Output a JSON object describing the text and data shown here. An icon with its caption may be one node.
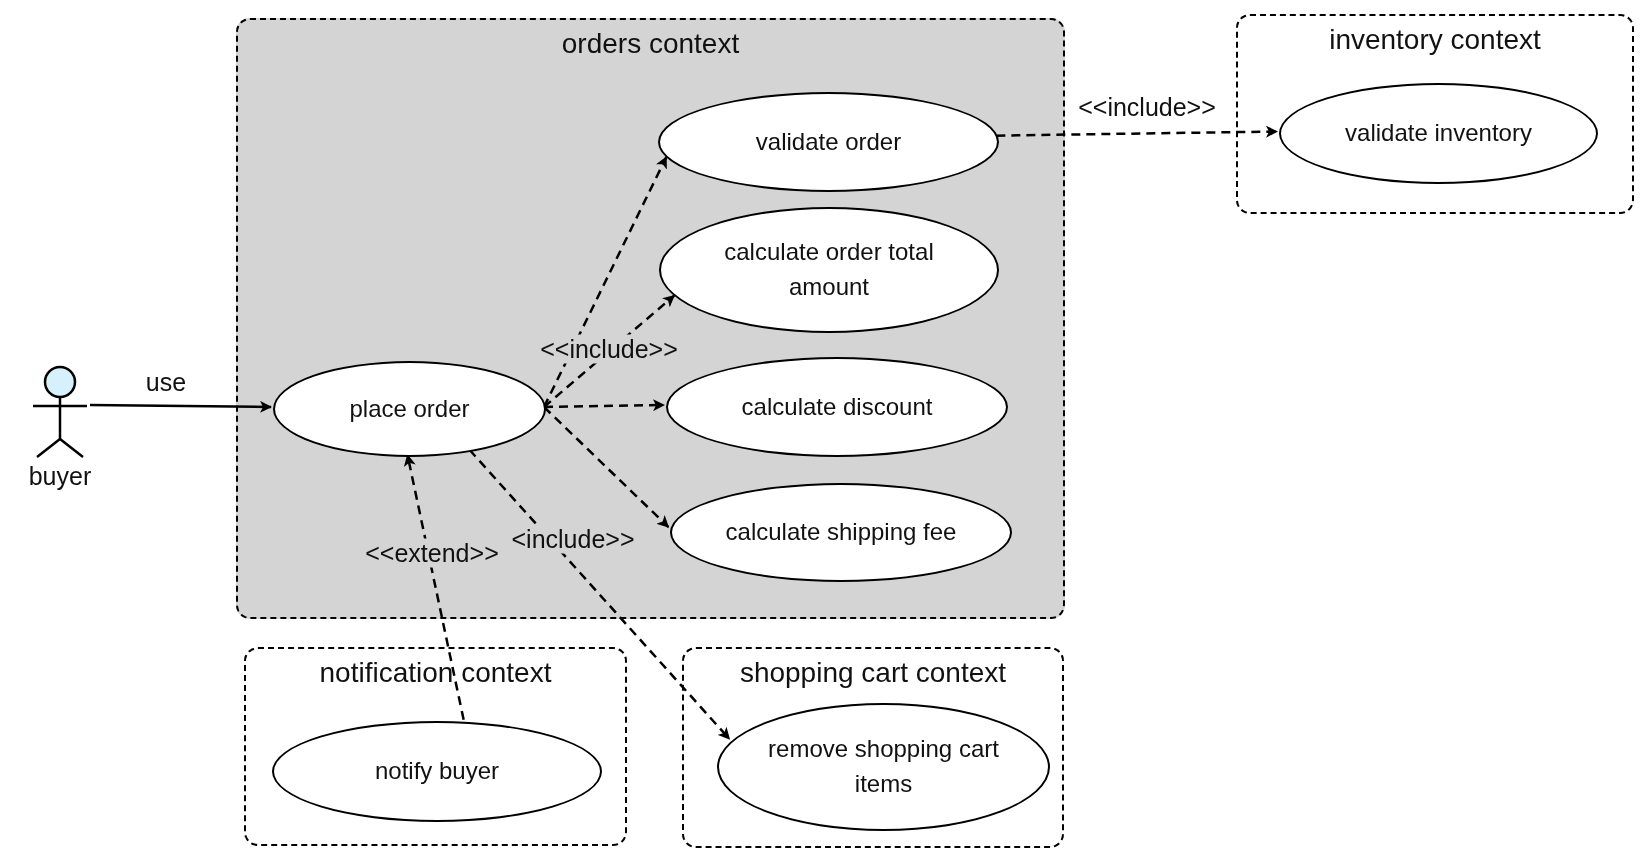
{
  "diagram": {
    "nodes": [
      {
        "text": [
          "orders context"
        ]
      },
      {
        "text": [
          "validate order"
        ],
        "in": 0
      },
      {
        "text": [
          "calculate order total amount"
        ],
        "in": 0
      },
      {
        "text": [
          "buyer"
        ]
      },
      {
        "text": [
          "place order"
        ],
        "in": 0
      },
      {
        "text": [
          "calculate discount"
        ],
        "in": 0
      },
      {
        "text": [
          "calculate shipping fee"
        ],
        "in": 0
      },
      {
        "text": [
          "inventory context"
        ]
      },
      {
        "text": [
          "validate inventory"
        ],
        "in": 7
      },
      {
        "text": [
          "notification context"
        ]
      },
      {
        "text": [
          "notify buyer"
        ],
        "in": 9
      },
      {
        "text": [
          "shopping cart context"
        ]
      },
      {
        "text": [
          "remove shopping cart items"
        ],
        "in": 11
      }
    ],
    "edges": [
      {
        "from": 3,
        "to": 4,
        "arrow": "to",
        "label": "use"
      },
      {
        "from": 4,
        "to": 1,
        "arrow": "to",
        "style": "dashed"
      },
      {
        "from": 4,
        "to": 2,
        "arrow": "to",
        "style": "dashed",
        "label": "<<include>>"
      },
      {
        "from": 4,
        "to": 5,
        "arrow": "to",
        "style": "dashed"
      },
      {
        "from": 4,
        "to": 6,
        "arrow": "to",
        "style": "dashed"
      },
      {
        "from": 4,
        "to": 12,
        "arrow": "to",
        "style": "dashed",
        "label": "<include>>"
      },
      {
        "from": 10,
        "to": 4,
        "arrow": "to",
        "style": "dashed",
        "label": "<<extend>>"
      },
      {
        "from": 1,
        "to": 8,
        "arrow": "to",
        "style": "dashed",
        "label": "<<include>>"
      }
    ]
  }
}
